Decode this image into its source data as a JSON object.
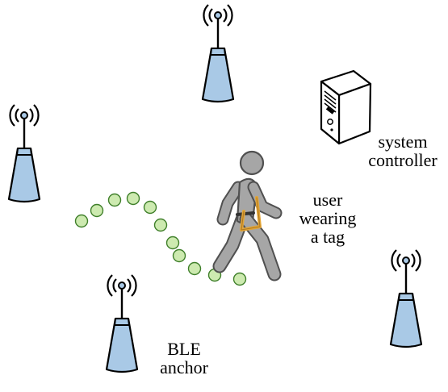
{
  "labels": {
    "controller": [
      "system",
      "controller"
    ],
    "user": [
      "user",
      "wearing",
      "a tag"
    ],
    "anchor": [
      "BLE",
      "anchor"
    ]
  },
  "icons": {
    "anchor": "ble-anchor-antenna-icon",
    "controller": "server-tower-icon",
    "user": "walking-person-icon",
    "trail": "position-trail-dot"
  },
  "colors": {
    "anchor_fill": "#a9c9e6",
    "outline": "#000000",
    "trail_fill": "#cdeab0",
    "trail_stroke": "#3f7f2a",
    "person_fill": "#a6a6a6",
    "person_stroke": "#505050",
    "tag": "#e3a536",
    "server_fill": "#ffffff"
  }
}
